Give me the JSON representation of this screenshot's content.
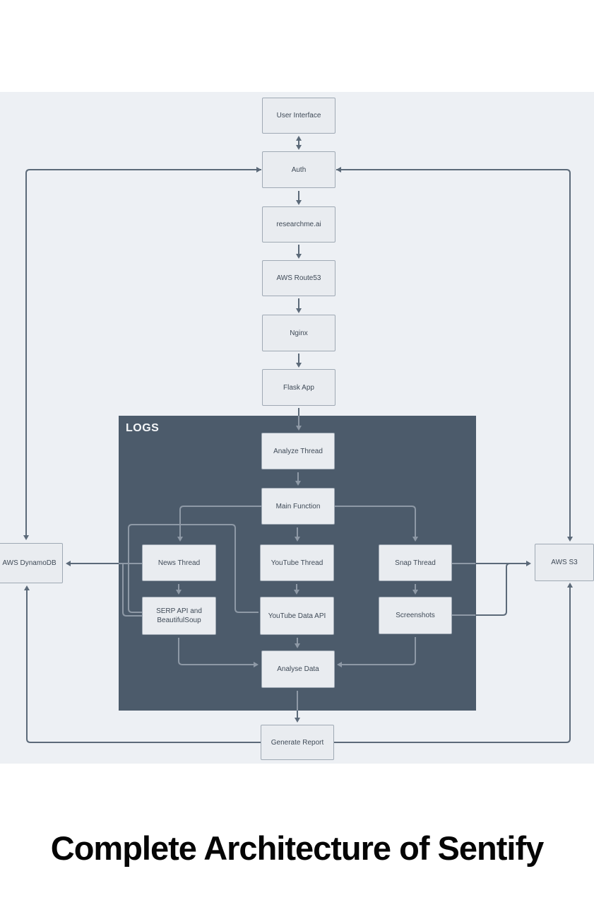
{
  "title": "Complete Architecture of Sentify",
  "logs_group_label": "LOGS",
  "colors": {
    "diagram_background": "#edf0f4",
    "page_background": "#ffffff",
    "logs_container": "#4c5b6b",
    "node_fill": "#e9ecf0",
    "node_border": "#9fa9b4",
    "node_text": "#3f4a57",
    "line_outer": "#5c6a79",
    "line_inner": "#8e99a6",
    "title_text": "#050505"
  },
  "nodes": {
    "user_interface": "User Interface",
    "auth": "Auth",
    "researchme": "researchme.ai",
    "route53": "AWS Route53",
    "nginx": "Nginx",
    "flask": "Flask App",
    "analyze_thread": "Analyze Thread",
    "main_function": "Main Function",
    "news_thread": "News Thread",
    "youtube_thread": "YouTube Thread",
    "snap_thread": "Snap Thread",
    "serp_line1": "SERP API and",
    "serp_line2": "BeautifulSoup",
    "youtube_data_api": "YouTube Data API",
    "screenshots": "Screenshots",
    "analyse_data": "Analyse Data",
    "generate_report": "Generate Report",
    "dynamodb": "AWS DynamoDB",
    "s3": "AWS S3"
  },
  "edges": [
    {
      "from": "user_interface",
      "to": "auth",
      "style": "double-arrow"
    },
    {
      "from": "auth",
      "to": "researchme",
      "style": "arrow"
    },
    {
      "from": "researchme",
      "to": "route53",
      "style": "arrow"
    },
    {
      "from": "route53",
      "to": "nginx",
      "style": "arrow"
    },
    {
      "from": "nginx",
      "to": "flask",
      "style": "arrow"
    },
    {
      "from": "flask",
      "to": "analyze_thread",
      "style": "arrow"
    },
    {
      "from": "analyze_thread",
      "to": "main_function",
      "style": "arrow"
    },
    {
      "from": "main_function",
      "to": "news_thread",
      "style": "arrow"
    },
    {
      "from": "main_function",
      "to": "youtube_thread",
      "style": "arrow"
    },
    {
      "from": "main_function",
      "to": "snap_thread",
      "style": "arrow"
    },
    {
      "from": "news_thread",
      "to": "serp_api_beautifulsoup",
      "style": "arrow"
    },
    {
      "from": "youtube_thread",
      "to": "youtube_data_api",
      "style": "arrow"
    },
    {
      "from": "snap_thread",
      "to": "screenshots",
      "style": "arrow"
    },
    {
      "from": "serp_api_beautifulsoup",
      "to": "youtube_data_api",
      "style": "line"
    },
    {
      "from": "serp_api_beautifulsoup",
      "to": "analyse_data",
      "style": "arrow"
    },
    {
      "from": "youtube_data_api",
      "to": "analyse_data",
      "style": "arrow"
    },
    {
      "from": "screenshots",
      "to": "analyse_data",
      "style": "arrow"
    },
    {
      "from": "analyse_data",
      "to": "generate_report",
      "style": "arrow"
    },
    {
      "from": "news_thread",
      "to": "dynamodb",
      "style": "arrow"
    },
    {
      "from": "serp_api_beautifulsoup",
      "to": "dynamodb",
      "style": "merge-line"
    },
    {
      "from": "snap_thread",
      "to": "s3",
      "style": "arrow"
    },
    {
      "from": "screenshots",
      "to": "s3",
      "style": "merge-line"
    },
    {
      "from": "auth",
      "to": "dynamodb",
      "style": "double-arrow"
    },
    {
      "from": "auth",
      "to": "s3",
      "style": "double-arrow"
    },
    {
      "from": "generate_report",
      "to": "dynamodb",
      "style": "arrow"
    },
    {
      "from": "generate_report",
      "to": "s3",
      "style": "arrow"
    }
  ]
}
